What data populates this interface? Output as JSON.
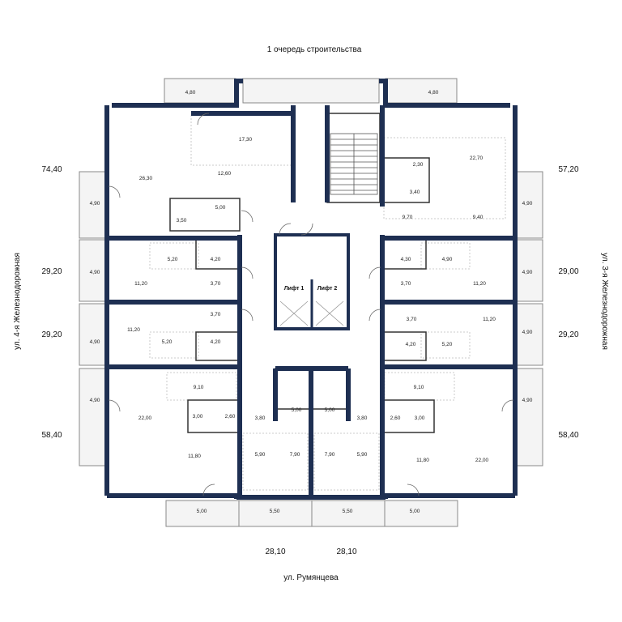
{
  "labels": {
    "phase": "1 очередь строительства",
    "street_bottom": "ул. Румянцева",
    "street_left": "ул. 4-я Железнодорожная",
    "street_right": "ул. 3-я Железнодорожная",
    "lift1": "Лифт 1",
    "lift2": "Лифт 2"
  },
  "apartments": {
    "nw_total": "74,40",
    "ne_total": "57,20",
    "w2_total": "29,20",
    "e2_total": "29,00",
    "w3_total": "29,20",
    "e3_total": "29,20",
    "sw_total": "58,40",
    "se_total": "58,40",
    "s1_total": "28,10",
    "s2_total": "28,10"
  },
  "rooms": {
    "balc_top_left": "4,80",
    "balc_top_right": "4,80",
    "nw_corridor": "17,30",
    "nw_living": "26,30",
    "nw_hall": "12,60",
    "nw_bath": "5,00",
    "nw_wc": "3,50",
    "nw_balcony": "4,90",
    "ne_living": "22,70",
    "ne_wc": "2,30",
    "ne_bath": "3,40",
    "ne_hall": "9,70",
    "ne_kitchen": "9,40",
    "ne_balcony": "4,90",
    "w2_room": "11,20",
    "w2_bath_a": "5,20",
    "w2_bath_b": "4,20",
    "w2_hall": "3,70",
    "w2_balcony": "4,90",
    "e2_room": "11,20",
    "e2_bath_a": "4,30",
    "e2_bath_b": "4,90",
    "e2_hall": "3,70",
    "e2_balcony": "4,90",
    "w3_room": "11,20",
    "w3_bath_a": "5,20",
    "w3_bath_b": "4,20",
    "w3_hall": "3,70",
    "w3_balcony": "4,90",
    "e3_room": "11,20",
    "e3_bath_a": "4,20",
    "e3_bath_b": "5,20",
    "e3_hall": "3,70",
    "e3_balcony": "4,90",
    "sw_living": "22,00",
    "sw_hall": "9,10",
    "sw_bath": "3,00",
    "sw_wc": "2,60",
    "sw_kitchen": "11,80",
    "sw_balcony": "4,90",
    "sw_lower_balcony": "5,00",
    "se_living": "22,00",
    "se_hall": "9,10",
    "se_bath": "3,00",
    "se_wc": "2,60",
    "se_kitchen": "11,80",
    "se_balcony": "4,90",
    "se_lower_balcony": "5,00",
    "s1_hall": "3,80",
    "s1_bath": "5,00",
    "s1_room_a": "5,90",
    "s1_room_b": "7,90",
    "s1_balcony": "5,50",
    "s2_hall": "3,80",
    "s2_bath": "5,00",
    "s2_room_a": "7,90",
    "s2_room_b": "5,90",
    "s2_balcony": "5,50"
  },
  "colors": {
    "wall": "#1e2f52",
    "thin": "#777777",
    "dashed": "#aaaaaa"
  }
}
